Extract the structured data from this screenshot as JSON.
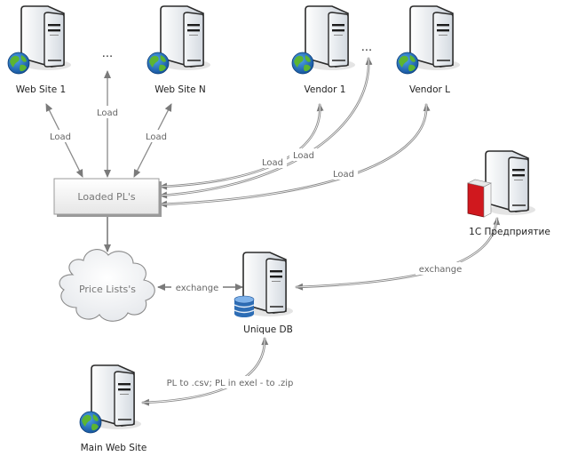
{
  "diagram": {
    "nodes": {
      "web_site_1": {
        "label": "Web Site 1",
        "type": "web-server"
      },
      "web_site_n": {
        "label": "Web Site N",
        "type": "web-server"
      },
      "vendor_1": {
        "label": "Vendor 1",
        "type": "web-server"
      },
      "vendor_l": {
        "label": "Vendor L",
        "type": "web-server"
      },
      "loaded_pls": {
        "label": "Loaded PL's",
        "type": "process-box"
      },
      "price_lists": {
        "label": "Price Lists's",
        "type": "cloud"
      },
      "unique_db": {
        "label": "Unique DB",
        "type": "database-server"
      },
      "one_c": {
        "label": "1C Предприятие",
        "type": "book-server"
      },
      "main_web_site": {
        "label": "Main Web Site",
        "type": "web-server"
      },
      "ellipsis_sites": {
        "label": "..."
      },
      "ellipsis_vendors": {
        "label": "..."
      }
    },
    "edges": {
      "load_site1": {
        "label": "Load",
        "from": "loaded_pls",
        "to": "web_site_1",
        "bidirectional": true
      },
      "load_sites_more": {
        "label": "Load",
        "from": "loaded_pls",
        "to": "ellipsis_sites",
        "bidirectional": true
      },
      "load_siten": {
        "label": "Load",
        "from": "loaded_pls",
        "to": "web_site_n",
        "bidirectional": true
      },
      "load_vendor1": {
        "label": "Load",
        "from": "loaded_pls",
        "to": "vendor_1",
        "bidirectional": true
      },
      "load_vendors_more": {
        "label": "Load",
        "from": "loaded_pls",
        "to": "ellipsis_vendors",
        "bidirectional": true
      },
      "load_vendorl": {
        "label": "Load",
        "from": "loaded_pls",
        "to": "vendor_l",
        "bidirectional": true
      },
      "to_price_lists": {
        "label": "",
        "from": "loaded_pls",
        "to": "price_lists",
        "bidirectional": false
      },
      "exchange_pl_db": {
        "label": "exchange",
        "from": "price_lists",
        "to": "unique_db",
        "bidirectional": true
      },
      "exchange_db_1c": {
        "label": "exchange",
        "from": "unique_db",
        "to": "one_c",
        "bidirectional": true
      },
      "db_to_main": {
        "label": "PL to .csv; PL in exel - to .zip",
        "from": "unique_db",
        "to": "main_web_site",
        "bidirectional": true
      }
    },
    "colors": {
      "arrow": "#808080",
      "globe_ocean": "#1f6fb8",
      "globe_land": "#5cb531",
      "book_red": "#d0181e",
      "db_blue": "#2d6db5",
      "server_body": "#e4e8ed"
    }
  }
}
